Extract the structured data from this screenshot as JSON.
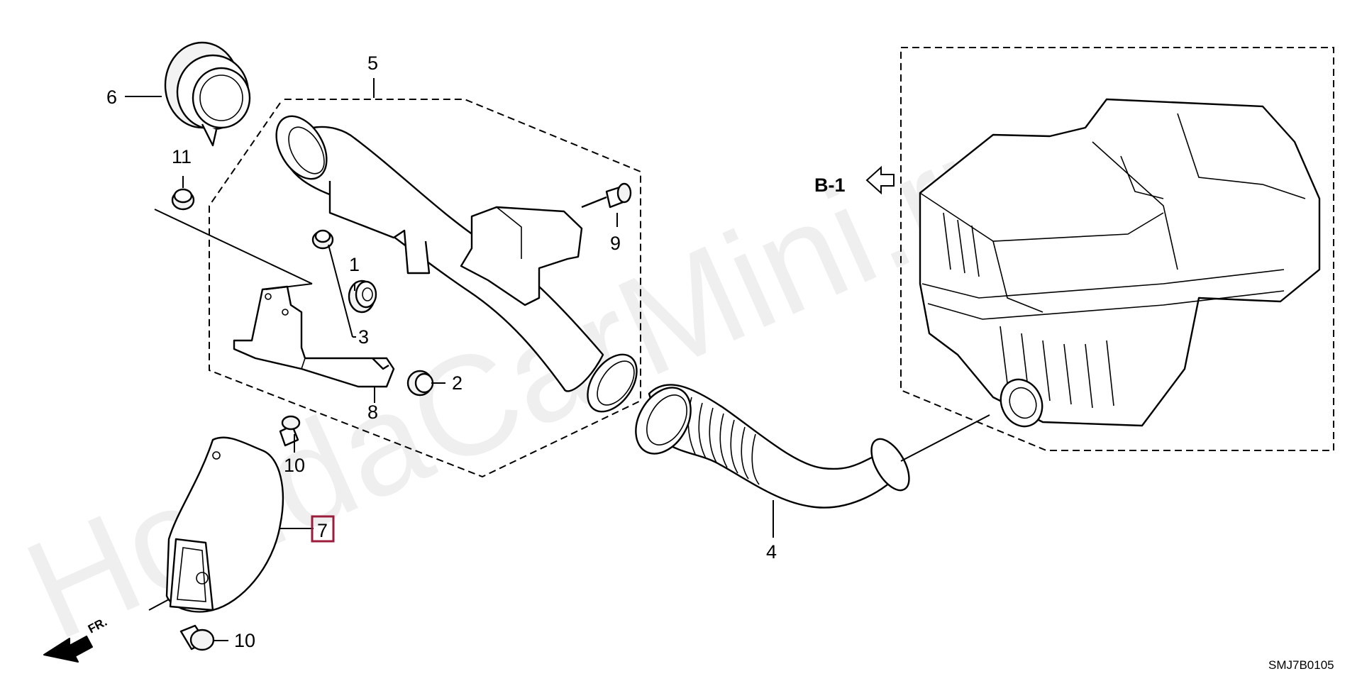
{
  "callouts": {
    "c1": "1",
    "c2": "2",
    "c3": "3",
    "c4": "4",
    "c5": "5",
    "c6": "6",
    "c7": "7",
    "c8": "8",
    "c9": "9",
    "c10a": "10",
    "c10b": "10",
    "c11": "11"
  },
  "reference": "B-1",
  "front_marker": "FR.",
  "diagram_code": "SMJ7B0105",
  "watermark": "HondaCarMini.ru",
  "colors": {
    "highlight_box": "#9c1c3c",
    "watermark": "#c8c8c8"
  }
}
